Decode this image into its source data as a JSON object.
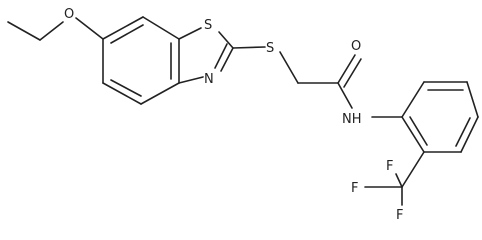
{
  "molecule": {
    "atoms": {
      "ethoxy_oxygen": "O",
      "ring_sulfur": "S",
      "ring_nitrogen": "N",
      "thioether_sulfur": "S",
      "carbonyl_oxygen": "O",
      "amide_nitrogen": "NH",
      "fluorine_top": "F",
      "fluorine_left": "F",
      "fluorine_bottom": "F"
    }
  }
}
